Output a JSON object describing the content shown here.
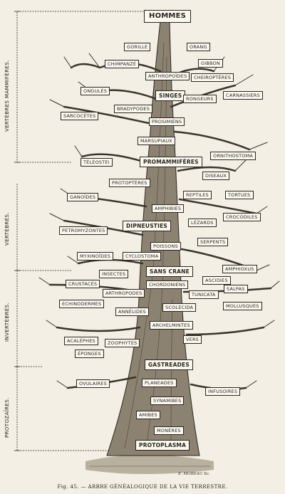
{
  "groups": [
    {
      "name": "VERTÈBRES MAMMIFÈRES."
    },
    {
      "name": "VERTÈBRÉS."
    },
    {
      "name": "INVERTÉBRÉS."
    },
    {
      "name": "PROTOZAÏRES."
    }
  ],
  "labels": [
    {
      "text": "HOMMES"
    },
    {
      "text": "GORILLE"
    },
    {
      "text": "ORANG"
    },
    {
      "text": "CHIMPANZÉ"
    },
    {
      "text": "GIBBON"
    },
    {
      "text": "ANTHROPOÏDES"
    },
    {
      "text": "CHEIROPTÈRES"
    },
    {
      "text": "ONGULÉS"
    },
    {
      "text": "SINGES"
    },
    {
      "text": "CARNASSIERS"
    },
    {
      "text": "RONGEURS"
    },
    {
      "text": "BRADYPODES"
    },
    {
      "text": "SARCOCÈTES"
    },
    {
      "text": "PROSIMIENS"
    },
    {
      "text": "MARSUPIAUX"
    },
    {
      "text": "ORNITHOSTOMA"
    },
    {
      "text": "PROMAMMIFÈRES"
    },
    {
      "text": "TÉLÉOSTEI"
    },
    {
      "text": "DISEAUX"
    },
    {
      "text": "PROTOPTÈRES"
    },
    {
      "text": "REPTILES"
    },
    {
      "text": "TORTUES"
    },
    {
      "text": "GANOÏDES"
    },
    {
      "text": "AMPHIBIES"
    },
    {
      "text": "CROCODILES"
    },
    {
      "text": "DIPNEUSTIES"
    },
    {
      "text": "LÉZARDS"
    },
    {
      "text": "PETROMYZONTES"
    },
    {
      "text": "SERPENTS"
    },
    {
      "text": "POISSONS"
    },
    {
      "text": "MYXINOÏDES"
    },
    {
      "text": "CYCLOSTOMA"
    },
    {
      "text": "AMPHIOXUS"
    },
    {
      "text": "SANS CRANE"
    },
    {
      "text": "INSECTES"
    },
    {
      "text": "ASCIDIES"
    },
    {
      "text": "CRUSTACÉS"
    },
    {
      "text": "CHORDONIENS"
    },
    {
      "text": "SALPAS"
    },
    {
      "text": "ARTHROPODES"
    },
    {
      "text": "TUNICATA"
    },
    {
      "text": "ECHINODERMES"
    },
    {
      "text": "MOLLUSQUES"
    },
    {
      "text": "ANNÉLIDES"
    },
    {
      "text": "SCOLECIDA"
    },
    {
      "text": "ARCHELMINTES"
    },
    {
      "text": "VERS"
    },
    {
      "text": "ACALÉPHES"
    },
    {
      "text": "ZOOPHYTES"
    },
    {
      "text": "ÉPONGES"
    },
    {
      "text": "GASTREADES"
    },
    {
      "text": "OVULAIRES"
    },
    {
      "text": "PLANEADES"
    },
    {
      "text": "INFUSOIRES"
    },
    {
      "text": "SYNAMIBES"
    },
    {
      "text": "AMIBES"
    },
    {
      "text": "MONÈRES"
    },
    {
      "text": "PROTOPLASMA"
    }
  ],
  "signature": "E. MOREAU Sc.",
  "caption": "Fig. 45. — ARBRE GÉNÉALOGIQUE DE LA VIE TERRESTRE."
}
